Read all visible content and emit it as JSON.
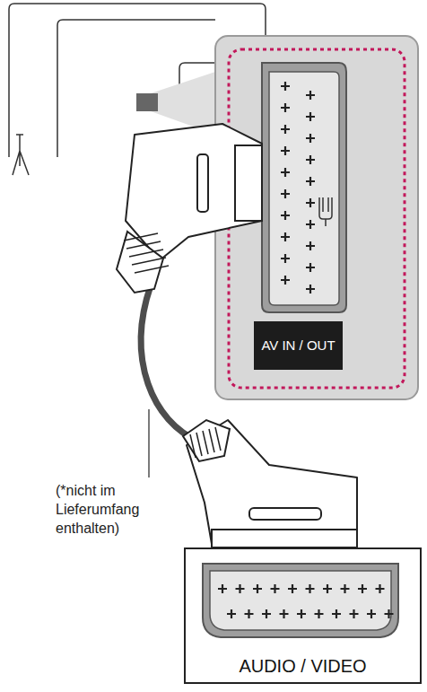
{
  "diagram": {
    "nodes": [
      {
        "text": [
          "AV IN / OUT"
        ]
      },
      {
        "text": [
          "AUDIO / VIDEO"
        ]
      }
    ],
    "labels": [
      "(*nicht im Lieferumfang enthalten)"
    ]
  }
}
